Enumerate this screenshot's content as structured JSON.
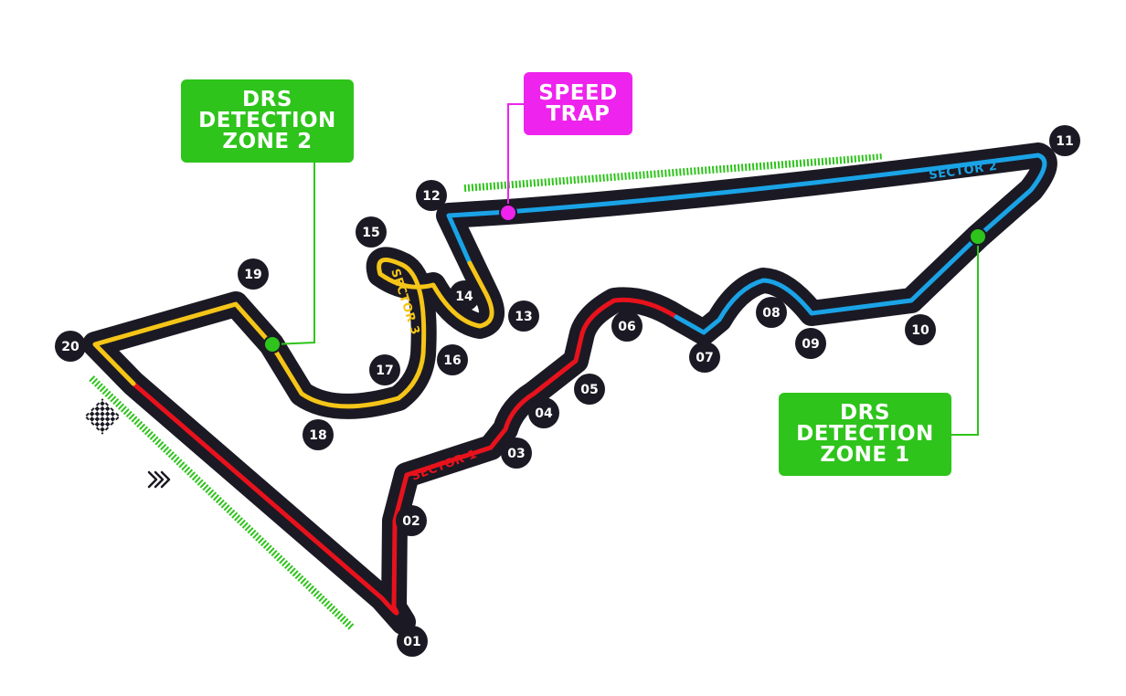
{
  "callouts": {
    "drs_zone_2": "DRS\nDETECTION\nZONE 2",
    "drs_zone_1": "DRS\nDETECTION\nZONE 1",
    "speed_trap": "SPEED\nTRAP"
  },
  "sectors": {
    "sector_1": "SECTOR 1",
    "sector_2": "SECTOR 2",
    "sector_3": "SECTOR 3"
  },
  "turns": [
    "01",
    "02",
    "03",
    "04",
    "05",
    "06",
    "07",
    "08",
    "09",
    "10",
    "11",
    "12",
    "13",
    "14",
    "15",
    "16",
    "17",
    "18",
    "19",
    "20"
  ],
  "colors": {
    "track": "#1b1a24",
    "sector_1": "#e8121c",
    "sector_2": "#1aa3e6",
    "sector_3": "#f5c518",
    "drs": "#2ec41b",
    "speed_trap": "#ee23ee",
    "outline": "#ffffff"
  },
  "icons": [
    "checkered-flag-icon",
    "direction-chevrons-icon"
  ]
}
